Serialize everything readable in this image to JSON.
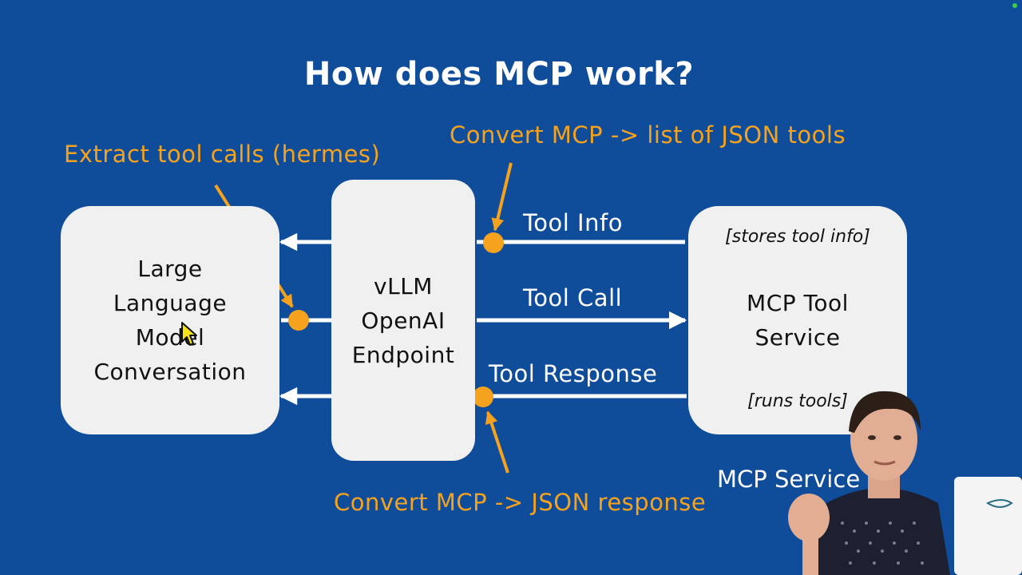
{
  "title": "How does MCP work?",
  "boxes": {
    "llm": "Large\nLanguage\nModel\nConversation",
    "vllm": "vLLM\nOpenAI\nEndpoint",
    "mcp": "MCP Tool\nService",
    "mcp_note_top": "[stores tool info]",
    "mcp_note_bottom": "[runs tools]"
  },
  "arrows": {
    "tool_info": "Tool Info",
    "tool_call": "Tool Call",
    "tool_response": "Tool Response"
  },
  "annotations": {
    "extract": "Extract tool calls (hermes)",
    "convert_tools": "Convert MCP -> list of JSON tools",
    "convert_response": "Convert MCP -> JSON response"
  },
  "overlay_label": "MCP Service",
  "colors": {
    "background": "#0f4c9a",
    "box": "#f0f0f0",
    "accent": "#f5a31f",
    "arrow": "#ffffff"
  }
}
